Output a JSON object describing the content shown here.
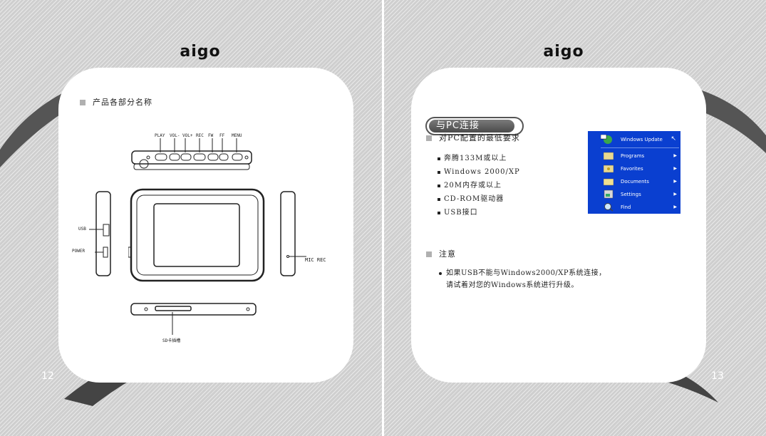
{
  "brand": {
    "logo_text": "aigo"
  },
  "left_page": {
    "page_number": "12",
    "section_title": "产品各部分名称",
    "top_view_labels": [
      "PLAY",
      "VOL-",
      "VOL+",
      "REC",
      "FW",
      "FF",
      "MENU"
    ],
    "side_labels": {
      "usb": "USB",
      "power": "POWER",
      "mic_rec": "MIC REC"
    },
    "bottom_label": "SD卡插槽"
  },
  "right_page": {
    "page_number": "13",
    "heading": "与PC连接",
    "requirements_title": "对PC配置的最低要求",
    "requirements": [
      "奔腾133M或以上",
      "Windows 2000/XP",
      "20M内存或以上",
      "CD-ROM驱动器",
      "USB接口"
    ],
    "note_title": "注意",
    "note_lines": [
      "如果USB不能与Windows2000/XP系统连接，",
      "请试着对您的Windows系统进行升级。"
    ],
    "start_menu": {
      "items": [
        {
          "label": "Windows Update",
          "icon": "windows-update-icon"
        },
        {
          "label": "Programs",
          "icon": "programs-folder-icon"
        },
        {
          "label": "Favorites",
          "icon": "favorites-folder-icon"
        },
        {
          "label": "Documents",
          "icon": "documents-folder-icon"
        },
        {
          "label": "Settings",
          "icon": "settings-icon"
        },
        {
          "label": "Find",
          "icon": "find-icon"
        }
      ],
      "background_color": "#0a3fd0"
    }
  }
}
